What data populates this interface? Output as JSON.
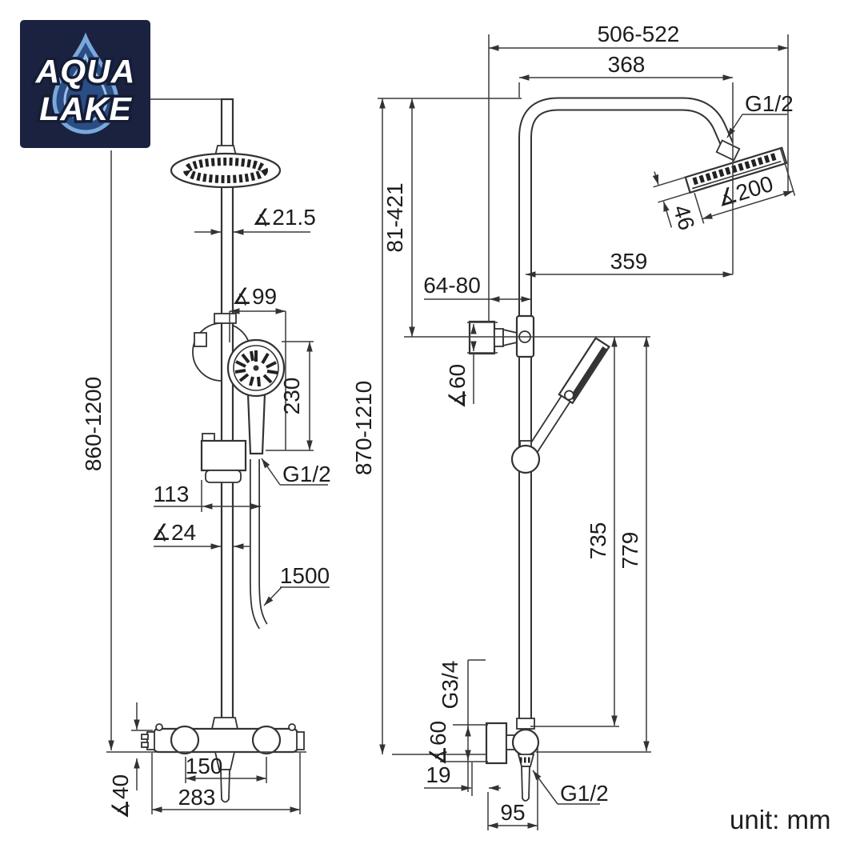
{
  "logo": {
    "line1": "AQUA",
    "line2": "LAKE"
  },
  "unit_label": "unit: mm",
  "colors": {
    "line": "#333333",
    "logo_bg": "#1b2240",
    "logo_drop_fill": "#2a4d84",
    "logo_drop_outline": "#7aa9dc",
    "logo_drop_inner": "#9fc2e8",
    "logo_text": "#ffffff"
  },
  "front_view": {
    "pipe_top_diameter": "∡21.5",
    "handshower_diameter": "∡99",
    "handshower_length": "230",
    "hose_thread": "G1/2",
    "holder_offset": "113",
    "rail_diameter": "∡24",
    "hose_length": "1500",
    "height_range": "860-1200",
    "inlet_distance": "150",
    "valve_width": "283",
    "valve_diameter": "∡40"
  },
  "side_view": {
    "overall_width_range": "506-522",
    "arm_reach": "368",
    "head_thread": "G1/2",
    "head_diameter": "∡200",
    "head_thickness": "46",
    "head_offset": "359",
    "bracket_depth_range": "64-80",
    "bracket_flange_diameter": "∡60",
    "height_range": "870-1210",
    "rail_height": "735",
    "outlet_height": "779",
    "supply_thread": "G3/4",
    "valve_flange_diameter": "∡60",
    "wall_clearance": "19",
    "outlet_depth": "95",
    "outlet_thread": "G1/2"
  }
}
